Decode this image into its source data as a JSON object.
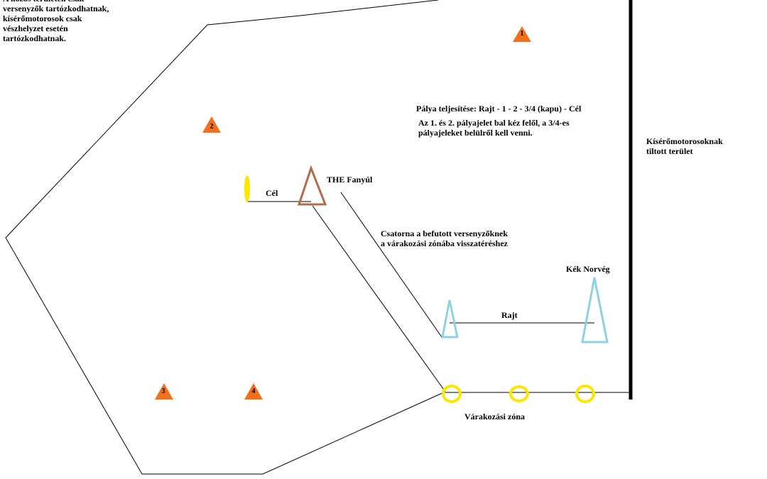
{
  "notes": {
    "top_left": "A közös területen csak versenyzők tartózkodhatnak, kísérőmotorosok csak vészhelyzet esetén tartózkodhatnak.",
    "course_order": "Pálya teljesítése: Rajt - 1 - 2 - 3/4 (kapu) - Cél",
    "instructions_line1": "Az 1. és 2. pályajelet bal kéz felől, a  3/4-es",
    "instructions_line2": "pályajeleket belülről kell venni.",
    "forbidden_line1": "Kísérőmotorosoknak",
    "forbidden_line2": "tiltott terület",
    "channel_line1": "Csatorna a befutott versenyzőknek",
    "channel_line2": "a várakozási zónába visszatéréshez"
  },
  "labels": {
    "finish": "Cél",
    "fanyul": "THE Fanyúl",
    "kek_norveg": "Kék Norvég",
    "start": "Rajt",
    "waiting_zone": "Várakozási zóna"
  },
  "markers": [
    "1",
    "2",
    "3",
    "4"
  ],
  "colors": {
    "marker_orange": "#f26f1c",
    "start_cone_blue": "#8ed1e2",
    "finish_cone_brown": "#b06b4a",
    "yellow": "#ffe600",
    "line": "#000000"
  }
}
